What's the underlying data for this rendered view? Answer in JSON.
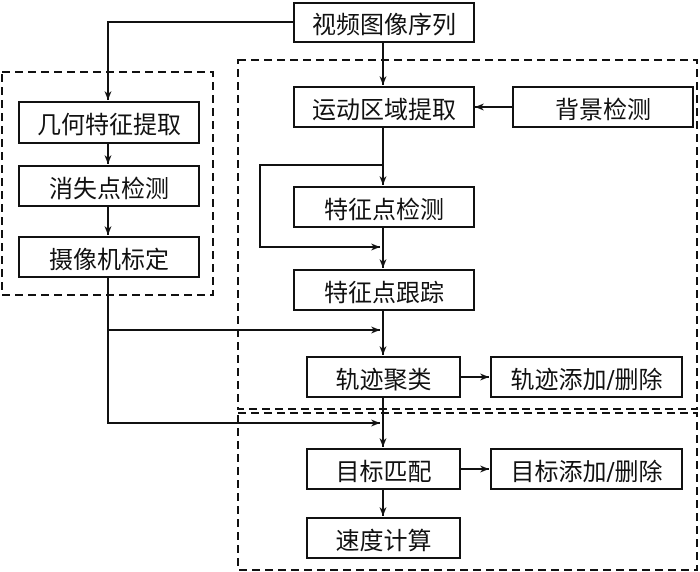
{
  "diagram": {
    "type": "flowchart",
    "colors": {
      "line": "#111111",
      "background": "#ffffff"
    },
    "nodes": {
      "video_sequence": "视频图像序列",
      "geometric_feature_extraction": "几何特征提取",
      "vanishing_point_detection": "消失点检测",
      "camera_calibration": "摄像机标定",
      "motion_region_extraction": "运动区域提取",
      "background_detection": "背景检测",
      "feature_point_detection": "特征点检测",
      "feature_point_tracking": "特征点跟踪",
      "trajectory_clustering": "轨迹聚类",
      "trajectory_add_delete": "轨迹添加/删除",
      "target_matching": "目标匹配",
      "target_add_delete": "目标添加/删除",
      "speed_calculation": "速度计算"
    },
    "groups": [
      {
        "id": "calibration-group",
        "members": [
          "geometric_feature_extraction",
          "vanishing_point_detection",
          "camera_calibration"
        ]
      },
      {
        "id": "tracking-group",
        "members": [
          "motion_region_extraction",
          "background_detection",
          "feature_point_detection",
          "feature_point_tracking",
          "trajectory_clustering",
          "trajectory_add_delete"
        ]
      },
      {
        "id": "matching-group",
        "members": [
          "target_matching",
          "target_add_delete",
          "speed_calculation"
        ]
      }
    ],
    "edges": [
      [
        "video_sequence",
        "geometric_feature_extraction"
      ],
      [
        "video_sequence",
        "motion_region_extraction"
      ],
      [
        "geometric_feature_extraction",
        "vanishing_point_detection"
      ],
      [
        "vanishing_point_detection",
        "camera_calibration"
      ],
      [
        "background_detection",
        "motion_region_extraction"
      ],
      [
        "motion_region_extraction",
        "feature_point_detection"
      ],
      [
        "motion_region_extraction",
        "feature_point_tracking"
      ],
      [
        "feature_point_detection",
        "feature_point_tracking"
      ],
      [
        "feature_point_tracking",
        "trajectory_clustering"
      ],
      [
        "camera_calibration",
        "trajectory_clustering"
      ],
      [
        "trajectory_clustering",
        "trajectory_add_delete"
      ],
      [
        "trajectory_clustering",
        "target_matching"
      ],
      [
        "camera_calibration",
        "target_matching"
      ],
      [
        "target_matching",
        "target_add_delete"
      ],
      [
        "target_matching",
        "speed_calculation"
      ]
    ]
  }
}
